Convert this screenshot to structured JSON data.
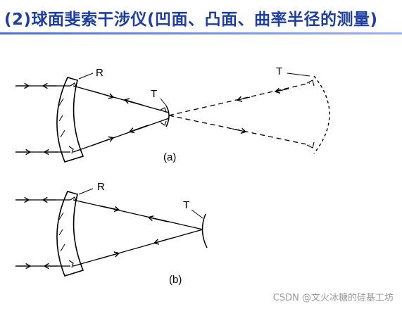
{
  "header": {
    "title": "(2)球面斐索干涉仪(凹面、凸面、曲率半径的测量)"
  },
  "diagram_a": {
    "label_R": "R",
    "label_T": "T",
    "label_T_far": "T",
    "caption": "(a)"
  },
  "diagram_b": {
    "label_R": "R",
    "label_T": "T",
    "caption": "(b)"
  },
  "watermark": {
    "text": "CSDN @文火冰糖的硅基工坊"
  },
  "colors": {
    "title": "#1f3fa0",
    "rule": "#4a6fd6",
    "ink": "#000000"
  }
}
